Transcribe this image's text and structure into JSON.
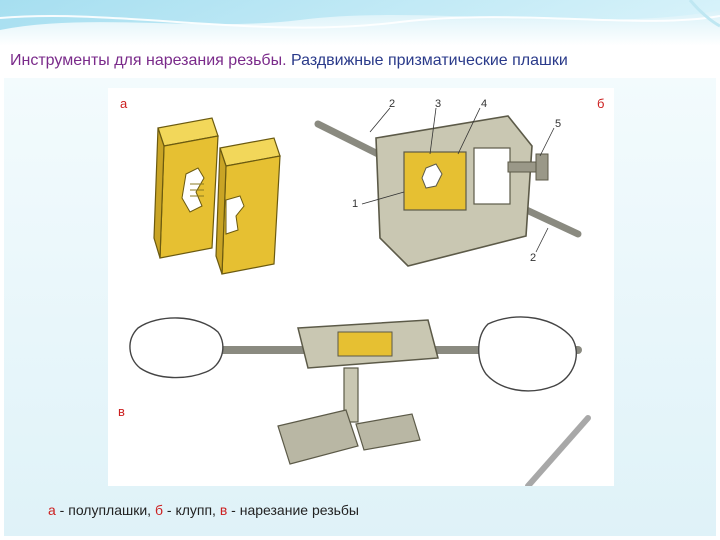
{
  "title": {
    "left": "Инструменты для нарезания резьбы.",
    "right": "Раздвижные призматические плашки"
  },
  "figure": {
    "labels": {
      "a": "а",
      "b": "б",
      "v": "в"
    },
    "numbers": {
      "n2_top": "2",
      "n3": "3",
      "n4": "4",
      "n5": "5",
      "n1": "1",
      "n2_bottom": "2"
    }
  },
  "caption": {
    "a_key": "а",
    "a_text": " - полуплашки, ",
    "b_key": "б",
    "b_text": " - клупп, ",
    "v_key": "в",
    "v_text": " - нарезание резьбы"
  },
  "colors": {
    "accent_red": "#cc1f1f",
    "title_purple": "#7a2a8a",
    "title_blue": "#2a3a8a",
    "metal_gold": "#e6c032",
    "metal_grey": "#c9c7b2"
  }
}
